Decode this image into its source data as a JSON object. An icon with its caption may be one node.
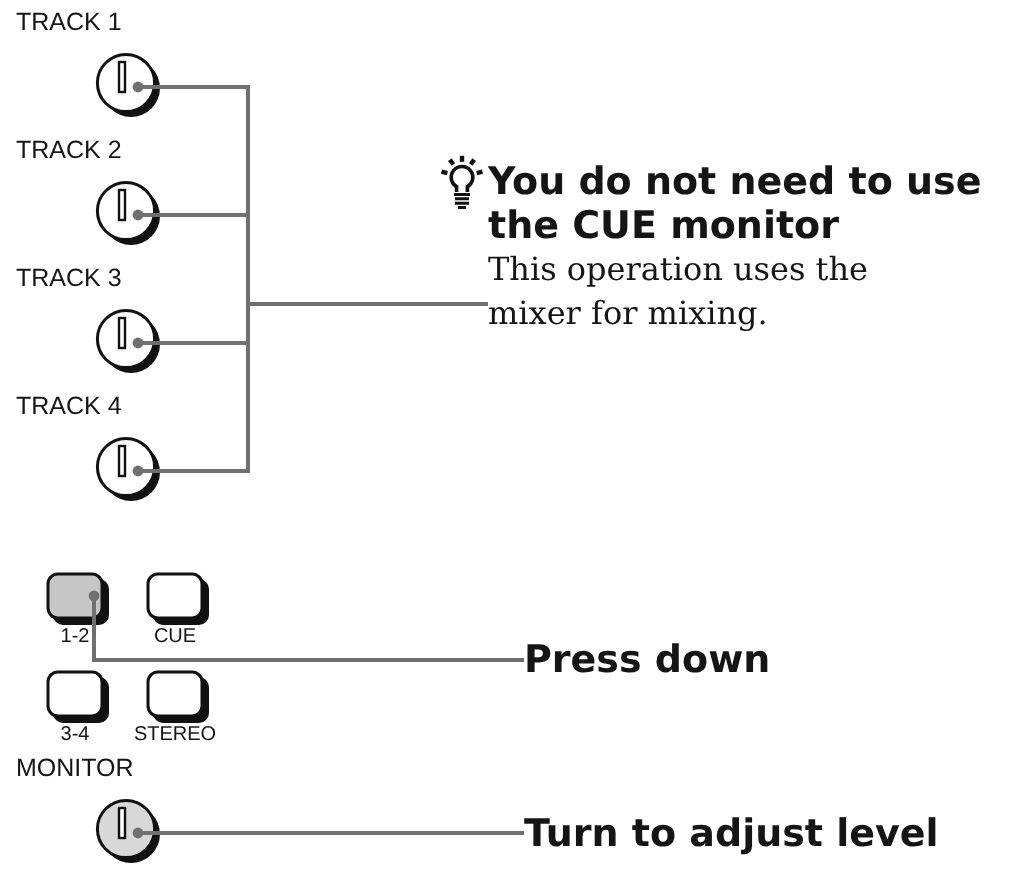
{
  "diagram": {
    "nodes": [
      {
        "text": [
          "TRACK 1"
        ]
      },
      {
        "text": [
          "TRACK 2"
        ]
      },
      {
        "text": [
          "TRACK 3"
        ]
      },
      {
        "text": [
          "TRACK 4"
        ]
      },
      {
        "text": [
          "You do not need to use the CUE monitor",
          "This operation uses the mixer for mixing."
        ]
      },
      {
        "text": [
          "1-2"
        ]
      },
      {
        "text": [
          "CUE"
        ]
      },
      {
        "text": [
          "Press down"
        ]
      },
      {
        "text": [
          "3-4"
        ]
      },
      {
        "text": [
          "STEREO"
        ]
      },
      {
        "text": [
          "MONITOR"
        ]
      },
      {
        "text": [
          "Turn to adjust level"
        ]
      }
    ],
    "edges": [
      {
        "from": 4,
        "to": 0,
        "arrow": "none"
      },
      {
        "from": 4,
        "to": 1,
        "arrow": "none"
      },
      {
        "from": 4,
        "to": 2,
        "arrow": "none"
      },
      {
        "from": 4,
        "to": 3,
        "arrow": "none"
      },
      {
        "from": 7,
        "to": 5,
        "arrow": "none"
      },
      {
        "from": 11,
        "to": 10,
        "arrow": "none"
      }
    ]
  }
}
